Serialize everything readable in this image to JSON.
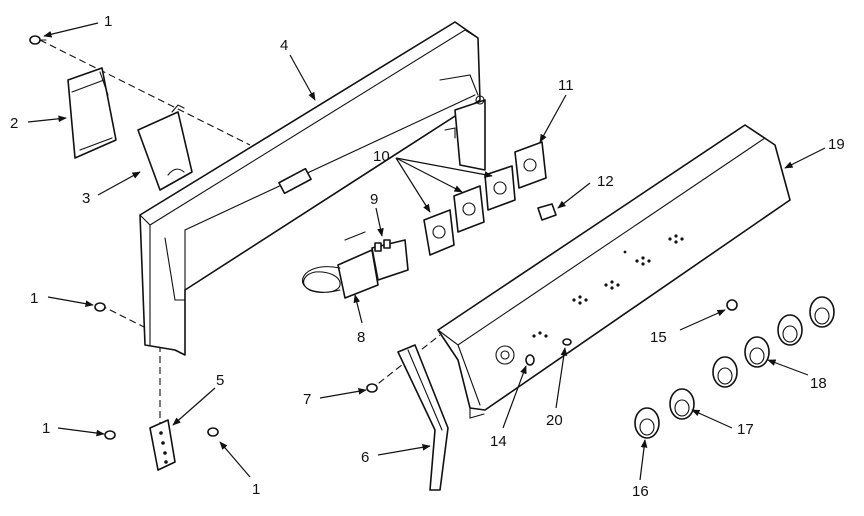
{
  "callouts": {
    "c1a": "1",
    "c1b": "1",
    "c1c": "1",
    "c1d": "1",
    "c2": "2",
    "c3": "3",
    "c4": "4",
    "c5": "5",
    "c6": "6",
    "c7": "7",
    "c8": "8",
    "c9": "9",
    "c10": "10",
    "c11": "11",
    "c12": "12",
    "c14": "14",
    "c15": "15",
    "c16": "16",
    "c17": "17",
    "c18": "18",
    "c19": "19",
    "c20": "20"
  },
  "colors": {
    "ink": "#111111",
    "paper": "#ffffff"
  }
}
